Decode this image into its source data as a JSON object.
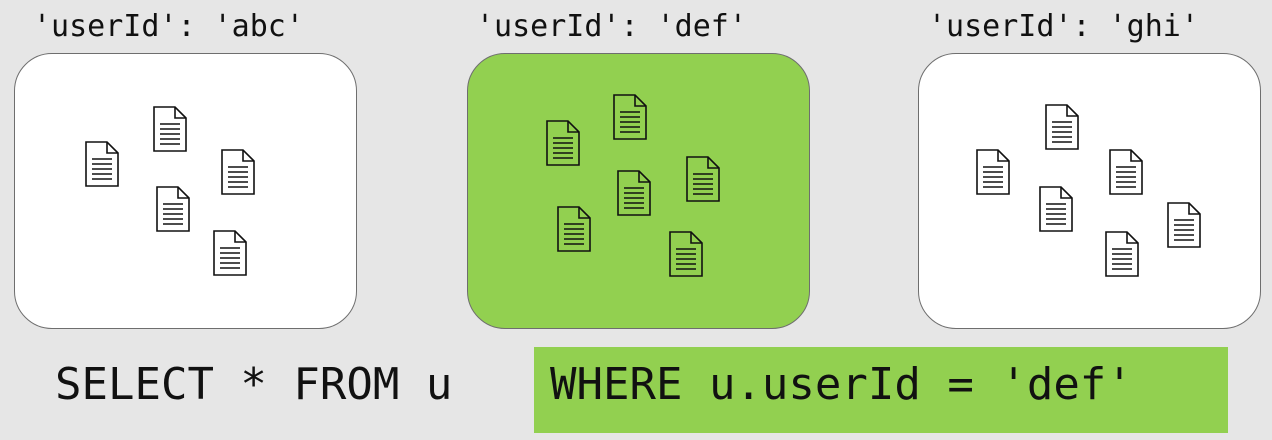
{
  "partitions": [
    {
      "key_label": "'userId': 'abc'",
      "highlighted": false,
      "doc_count": 5
    },
    {
      "key_label": "'userId': 'def'",
      "highlighted": true,
      "doc_count": 6
    },
    {
      "key_label": "'userId': 'ghi'",
      "highlighted": false,
      "doc_count": 6
    }
  ],
  "query": {
    "prefix": "SELECT * FROM u",
    "filter": "WHERE u.userId = 'def'"
  },
  "colors": {
    "highlight": "#92d050",
    "background": "#e6e6e6",
    "partition_fill": "#ffffff"
  },
  "icons": {
    "document": "document-icon"
  }
}
